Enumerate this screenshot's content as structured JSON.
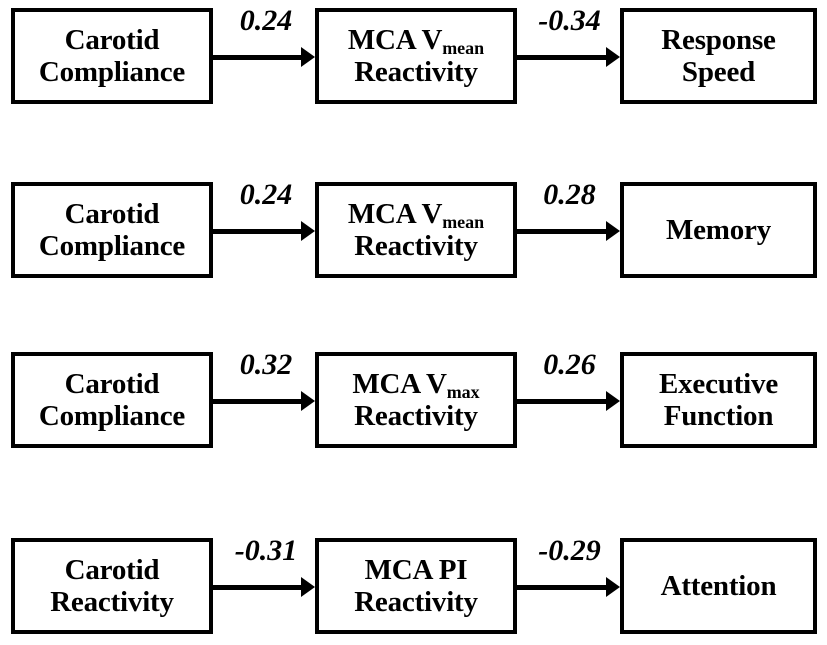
{
  "diagram": {
    "type": "mediation-path-diagram",
    "line_color": "#000000",
    "background_color": "#ffffff",
    "rows": [
      {
        "id": "row-1",
        "source": {
          "lines": [
            "Carotid",
            "Compliance"
          ]
        },
        "mediator": {
          "lines": [
            "MCA V",
            "Reactivity"
          ],
          "subscript": "mean"
        },
        "outcome": {
          "lines": [
            "Response",
            "Speed"
          ]
        },
        "edge_a_label": "0.24",
        "edge_b_label": "-0.34"
      },
      {
        "id": "row-2",
        "source": {
          "lines": [
            "Carotid",
            "Compliance"
          ]
        },
        "mediator": {
          "lines": [
            "MCA V",
            "Reactivity"
          ],
          "subscript": "mean"
        },
        "outcome": {
          "lines": [
            "Memory"
          ]
        },
        "edge_a_label": "0.24",
        "edge_b_label": "0.28"
      },
      {
        "id": "row-3",
        "source": {
          "lines": [
            "Carotid",
            "Compliance"
          ]
        },
        "mediator": {
          "lines": [
            "MCA V",
            "Reactivity"
          ],
          "subscript": "max"
        },
        "outcome": {
          "lines": [
            "Executive",
            "Function"
          ]
        },
        "edge_a_label": "0.32",
        "edge_b_label": "0.26"
      },
      {
        "id": "row-4",
        "source": {
          "lines": [
            "Carotid",
            "Reactivity"
          ]
        },
        "mediator": {
          "lines": [
            "MCA PI",
            "Reactivity"
          ],
          "subscript": ""
        },
        "outcome": {
          "lines": [
            "Attention"
          ]
        },
        "edge_a_label": "-0.31",
        "edge_b_label": "-0.29"
      }
    ]
  }
}
